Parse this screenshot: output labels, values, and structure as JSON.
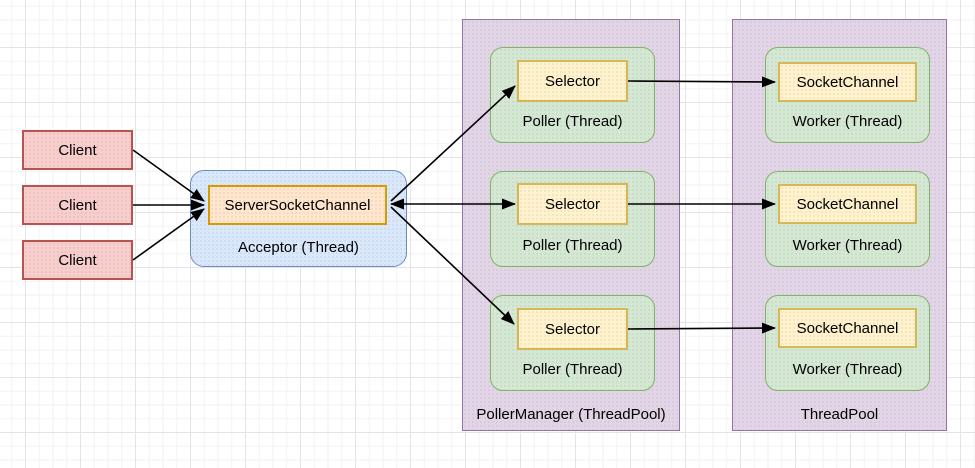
{
  "diagram": {
    "clients": [
      {
        "label": "Client"
      },
      {
        "label": "Client"
      },
      {
        "label": "Client"
      }
    ],
    "acceptor": {
      "label": "Acceptor (Thread)",
      "channel": "ServerSocketChannel"
    },
    "poller_manager": {
      "label": "PollerManager (ThreadPool)",
      "pollers": [
        {
          "label": "Poller (Thread)",
          "selector": "Selector"
        },
        {
          "label": "Poller (Thread)",
          "selector": "Selector"
        },
        {
          "label": "Poller (Thread)",
          "selector": "Selector"
        }
      ]
    },
    "thread_pool": {
      "label": "ThreadPool",
      "workers": [
        {
          "label": "Worker (Thread)",
          "channel": "SocketChannel"
        },
        {
          "label": "Worker (Thread)",
          "channel": "SocketChannel"
        },
        {
          "label": "Worker (Thread)",
          "channel": "SocketChannel"
        }
      ]
    },
    "colors": {
      "client_fill": "#f8cecc",
      "client_stroke": "#b85450",
      "acceptor_fill": "#dae8fc",
      "acceptor_stroke": "#6c8ebf",
      "server_socket_channel_fill": "#ffe6cc",
      "server_socket_channel_stroke": "#d79b00",
      "selector_fill": "#fff2cc",
      "selector_stroke": "#d6b656",
      "thread_fill": "#d5e8d4",
      "thread_stroke": "#82b366",
      "pool_fill": "#e1d5e7",
      "pool_stroke": "#9673a6",
      "arrow": "#000000"
    }
  }
}
